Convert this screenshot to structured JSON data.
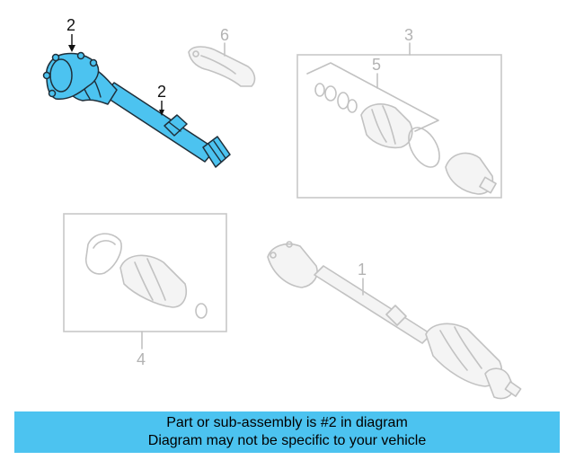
{
  "diagram": {
    "callouts": [
      {
        "id": "2a",
        "label": "2"
      },
      {
        "id": "2b",
        "label": "2"
      },
      {
        "id": "6",
        "label": "6"
      },
      {
        "id": "3",
        "label": "3"
      },
      {
        "id": "5",
        "label": "5"
      },
      {
        "id": "4",
        "label": "4"
      },
      {
        "id": "1",
        "label": "1"
      }
    ],
    "highlighted_part": "2"
  },
  "banner": {
    "line1": "Part or sub-assembly is #2 in diagram",
    "line2": "Diagram may not be specific to your vehicle"
  },
  "colors": {
    "highlight": "#4cc3f0",
    "banner_background": "#4cc3f0",
    "muted_lines": "#c2c2c2"
  }
}
